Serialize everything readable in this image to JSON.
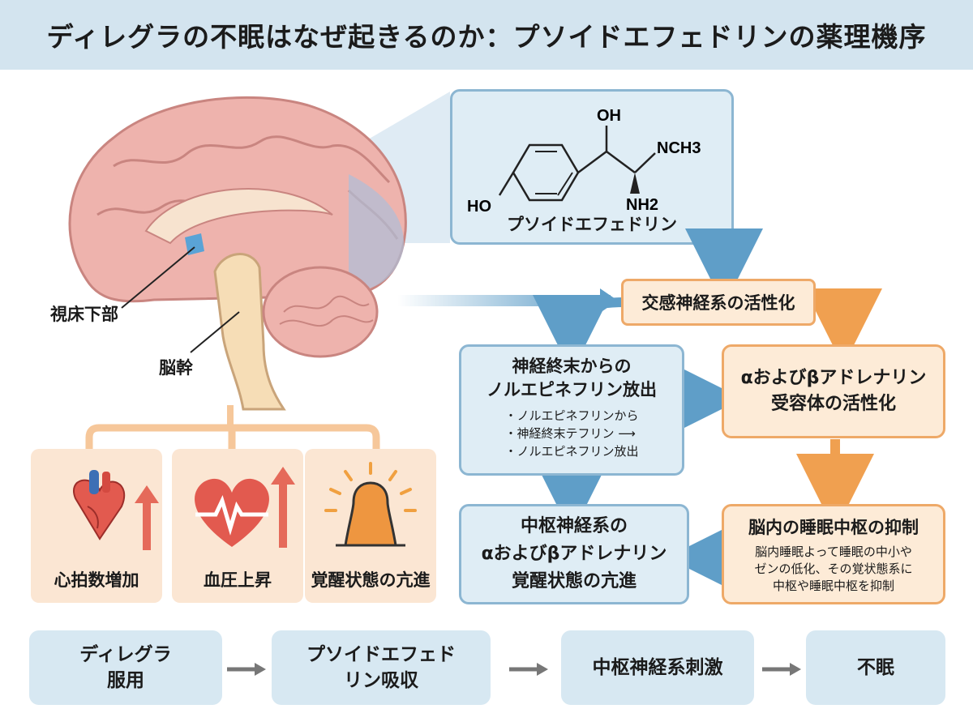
{
  "title": "ディレグラの不眠はなぜ起きるのか：プソイドエフェドリンの薬理機序",
  "brain": {
    "label_hypothalamus": "視床下部",
    "label_brainstem": "脳幹"
  },
  "molecule": {
    "name": "プソイドエフェドリン",
    "atom_oh": "OH",
    "atom_nch3": "NCH3",
    "atom_nh2": "NH2",
    "atom_ho": "HO"
  },
  "nodes": {
    "sympathetic": "交感神経系の活性化",
    "ne_release_title": "神経終末からの\nノルエピネフリン放出",
    "ne_release_items": [
      "ノルエピネフリンから",
      "神経終末テフリン ⟶",
      "ノルエピネフリン放出"
    ],
    "receptor": "αおよびβアドレナリン\n受容体の活性化",
    "sleep_center_title": "脳内の睡眠中枢の抑制",
    "sleep_center_desc": "脳内睡眠よって睡眠の中小や\nゼンの低化、その覚状態系に\n中枢や睡眠中枢を抑制",
    "cns_title": "中枢神経系の\nαおよびβアドレナリン\n覚醒状態の亢進"
  },
  "effects": [
    {
      "label": "心拍数増加",
      "icon": "heart-organ-icon"
    },
    {
      "label": "血圧上昇",
      "icon": "heart-pulse-icon"
    },
    {
      "label": "覚醒状態の亢進",
      "icon": "sunrise-icon"
    }
  ],
  "flow": [
    {
      "label": "ディレグラ\n服用"
    },
    {
      "label": "プソイドエフェド\nリン吸収"
    },
    {
      "label": "中枢神経系刺激"
    },
    {
      "label": "不眠"
    }
  ],
  "colors": {
    "title_bg": "#d3e4ef",
    "blue_box": "#dfedf5",
    "blue_border": "#8cb6d2",
    "orange_box": "#fdebd7",
    "orange_border": "#eea968",
    "blue_arrow": "#5f9ec8",
    "orange_arrow": "#f0a050"
  }
}
